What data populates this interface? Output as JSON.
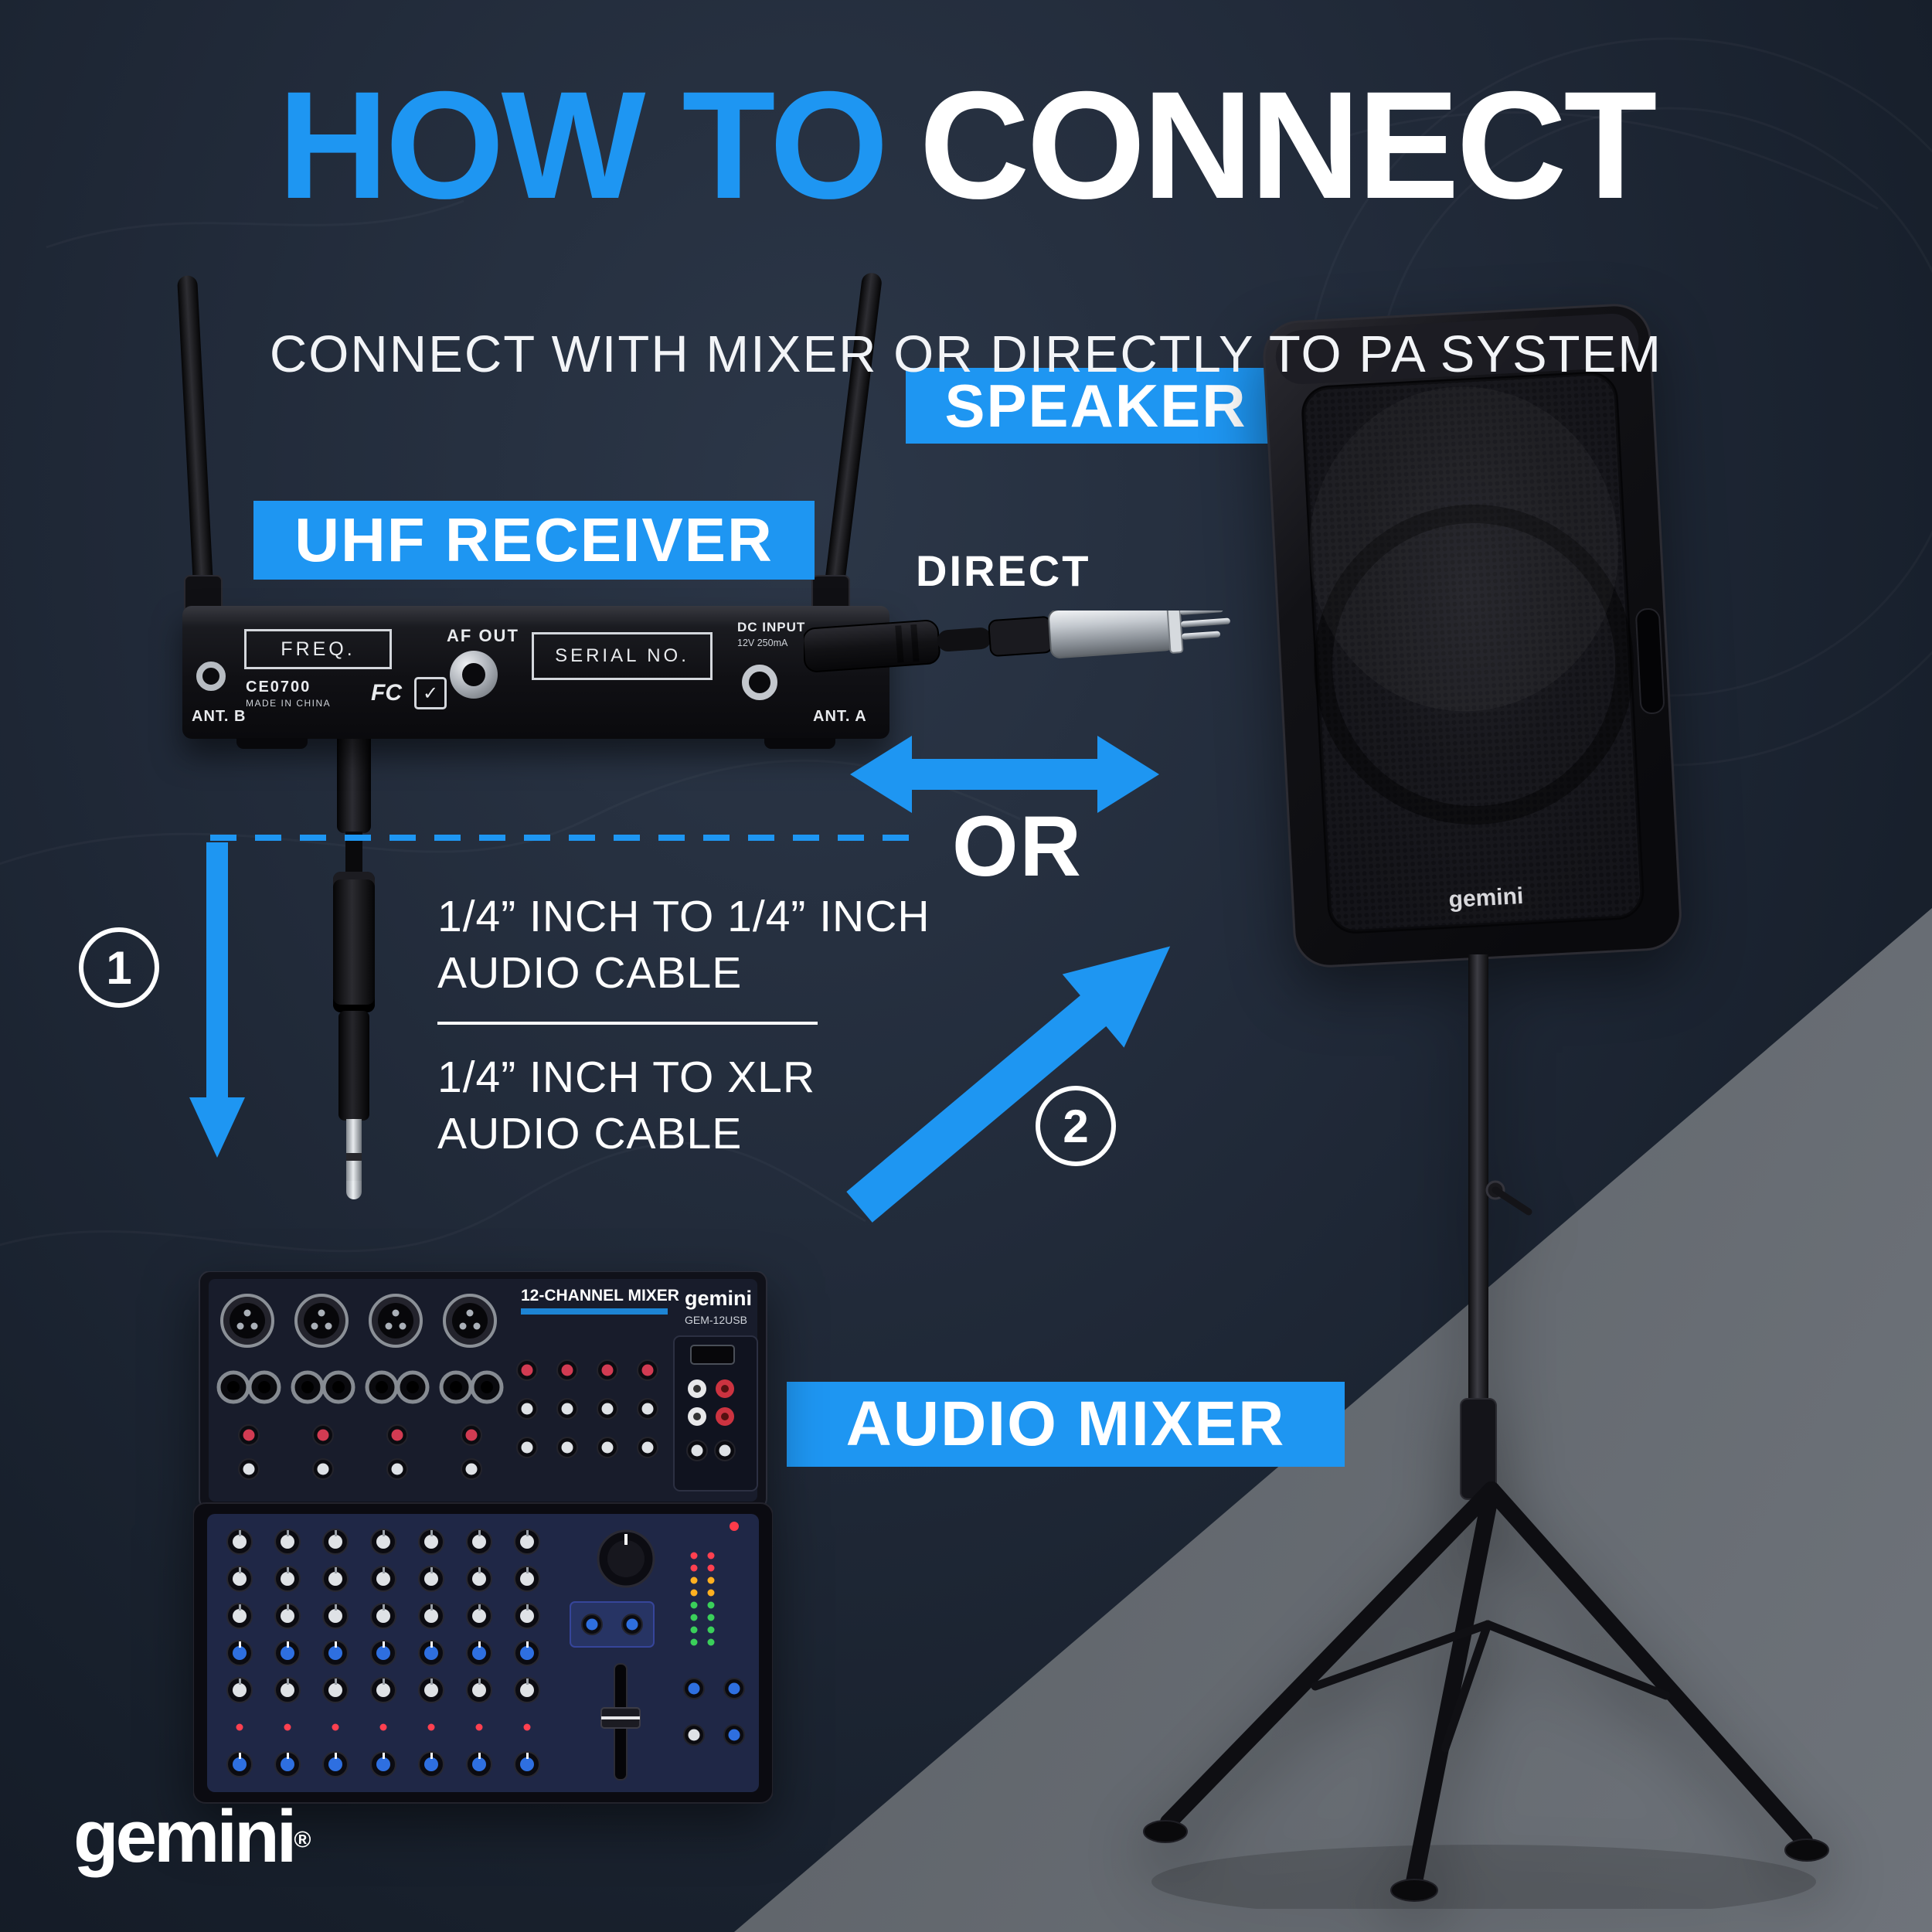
{
  "colors": {
    "accent_blue": "#1e96f2",
    "background_navy": "#1c2431",
    "wedge_gray": "#5d6268",
    "text_white": "#ffffff"
  },
  "title": {
    "highlight": "HOW TO",
    "rest": "CONNECT"
  },
  "subtitle": "CONNECT WITH MIXER OR DIRECTLY TO PA SYSTEM",
  "banners": {
    "receiver": "UHF RECEIVER",
    "speaker": "SPEAKER",
    "mixer": "AUDIO MIXER"
  },
  "connections": {
    "direct": "DIRECT",
    "or": "OR",
    "step1": "1",
    "step2": "2",
    "cable1": {
      "line1": "1/4” INCH TO 1/4” INCH",
      "line2": "AUDIO CABLE"
    },
    "cable2": {
      "line1": "1/4” INCH TO XLR",
      "line2": "AUDIO CABLE"
    }
  },
  "receiver_panel": {
    "freq": "FREQ.",
    "af_out": "AF OUT",
    "serial": "SERIAL NO.",
    "dc_input": "DC INPUT",
    "dc_spec": "12V 250mA",
    "ant_a": "ANT. A",
    "ant_b": "ANT. B",
    "ce_mark": "CE0700",
    "made_in": "MADE IN CHINA",
    "fcc": "FC",
    "approval_check": "✓"
  },
  "mixer_panel": {
    "title": "12-CHANNEL MIXER",
    "brand": "gemini",
    "model": "GEM-12USB"
  },
  "speaker_brand": "gemini",
  "footer": {
    "logo": "gemini",
    "reg": "®"
  }
}
